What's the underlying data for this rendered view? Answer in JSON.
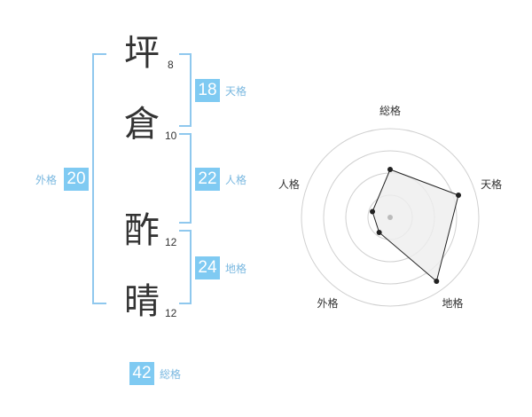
{
  "name": {
    "characters": [
      {
        "char": "坪",
        "strokes": "8"
      },
      {
        "char": "倉",
        "strokes": "10"
      },
      {
        "char": "酢",
        "strokes": "12"
      },
      {
        "char": "晴",
        "strokes": "12"
      }
    ]
  },
  "fortunes": {
    "tenkaku": {
      "value": "18",
      "label": "天格"
    },
    "jinkaku": {
      "value": "22",
      "label": "人格"
    },
    "chikaku": {
      "value": "24",
      "label": "地格"
    },
    "gaikaku": {
      "value": "20",
      "label": "外格"
    },
    "soukaku": {
      "value": "42",
      "label": "総格"
    }
  },
  "colors": {
    "accent": "#7fcaf2",
    "bracket": "#8fc8ee",
    "label": "#7ab8e0"
  },
  "chart_data": {
    "type": "radar",
    "axes": [
      "総格",
      "天格",
      "地格",
      "外格",
      "人格"
    ],
    "values": [
      0.54,
      0.81,
      0.89,
      0.21,
      0.21
    ],
    "range": [
      0,
      1
    ],
    "rings": 4
  }
}
